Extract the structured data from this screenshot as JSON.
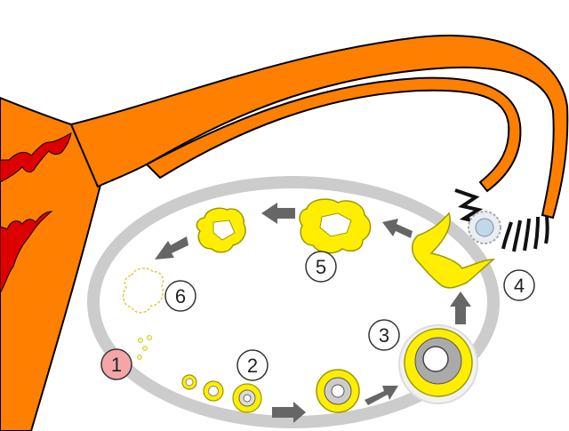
{
  "labels": [
    {
      "id": "1",
      "text": "1",
      "fill": "#f4a6a6"
    },
    {
      "id": "2",
      "text": "2",
      "fill": "#ffffff"
    },
    {
      "id": "3",
      "text": "3",
      "fill": "#ffffff"
    },
    {
      "id": "4",
      "text": "4",
      "fill": "#ffffff"
    },
    {
      "id": "5",
      "text": "5",
      "fill": "#ffffff"
    },
    {
      "id": "6",
      "text": "6",
      "fill": "#ffffff"
    }
  ],
  "colors": {
    "tube": "#ff8000",
    "uterus_lining": "#dd0000",
    "ovary_outline": "#cccccc",
    "follicle": "#ffee00",
    "follicle_stroke": "#999900",
    "arrow": "#666666",
    "fimbriae": "#111111",
    "egg": "#c0d8e8"
  },
  "icons": [
    "follicle-stage-icon",
    "corpus-luteum-icon",
    "egg-cell-icon",
    "arrow-icon"
  ]
}
